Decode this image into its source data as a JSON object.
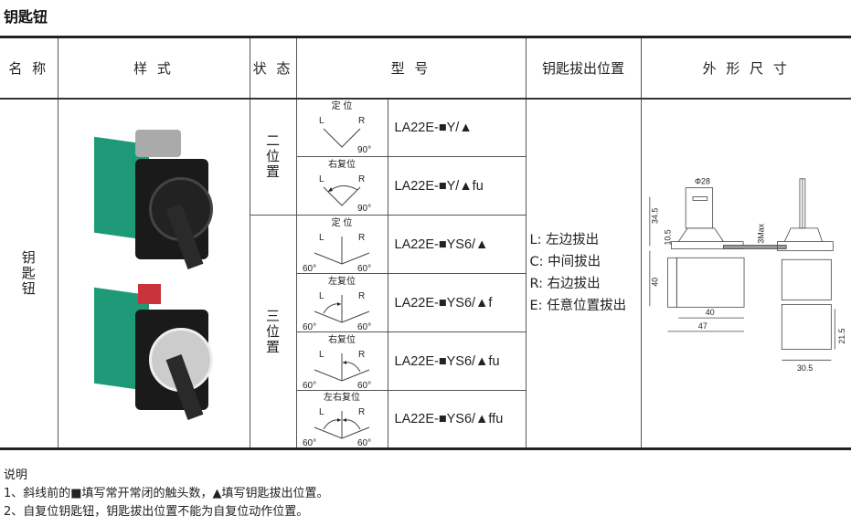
{
  "title": "钥匙钮",
  "headers": [
    "名 称",
    "样 式",
    "状 态",
    "型 号",
    "钥匙拔出位置",
    "外 形 尺 寸"
  ],
  "name": "钥匙钮",
  "states": [
    {
      "label": "二位置"
    },
    {
      "label": "三位置"
    }
  ],
  "rows": [
    {
      "caption": "定 位",
      "type": "2pos",
      "left": "L",
      "right": "R",
      "angle_r": "90°",
      "angle_l": "",
      "arrow": "none",
      "model": "LA22E-■Y/▲"
    },
    {
      "caption": "右复位",
      "type": "2pos",
      "left": "L",
      "right": "R",
      "angle_r": "90°",
      "angle_l": "",
      "arrow": "ret-left",
      "model": "LA22E-■Y/▲fu"
    },
    {
      "caption": "定 位",
      "type": "3pos",
      "left": "L",
      "right": "R",
      "angle_l": "60°",
      "angle_r": "60°",
      "arrow": "none",
      "model": "LA22E-■YS6/▲"
    },
    {
      "caption": "左复位",
      "type": "3pos",
      "left": "L",
      "right": "R",
      "angle_l": "60°",
      "angle_r": "60°",
      "arrow": "from-left",
      "model": "LA22E-■YS6/▲f"
    },
    {
      "caption": "右复位",
      "type": "3pos",
      "left": "L",
      "right": "R",
      "angle_l": "60°",
      "angle_r": "60°",
      "arrow": "from-right",
      "model": "LA22E-■YS6/▲fu"
    },
    {
      "caption": "左右复位",
      "type": "3pos",
      "left": "L",
      "right": "R",
      "angle_l": "60°",
      "angle_r": "60°",
      "arrow": "both",
      "model": "LA22E-■YS6/▲ffu"
    }
  ],
  "positions": [
    "L: 左边拔出",
    "C: 中间拔出",
    "R: 右边拔出",
    "E: 任意位置拔出"
  ],
  "dimensions": {
    "d1": "Φ28",
    "d2": "34.5",
    "d3": "10.5",
    "d4": "3Max",
    "d5": "40",
    "d6": "40",
    "d7": "47",
    "d8": "21.5",
    "d9": "30.5"
  },
  "notes": {
    "heading": "说明",
    "items": [
      "1、斜线前的■填写常开常闭的触头数，▲填写钥匙拔出位置。",
      "2、自复位钥匙钮，钥匙拔出位置不能为自复位动作位置。"
    ]
  }
}
